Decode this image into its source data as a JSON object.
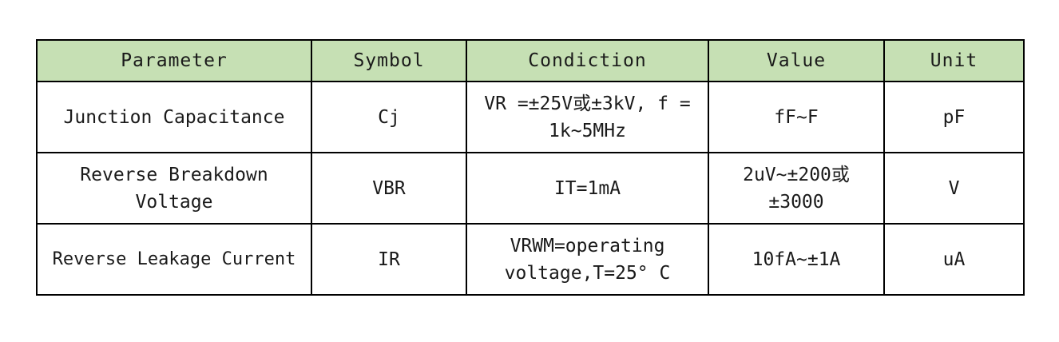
{
  "table": {
    "headers": [
      "Parameter",
      "Symbol",
      "Condiction",
      "Value",
      "Unit"
    ],
    "header_bg": "#c6e0b4",
    "rows": [
      {
        "parameter": "Junction Capacitance",
        "symbol": "Cj",
        "condition": "VR =±25V或±3kV, f = 1k~5MHz",
        "value": "fF~F",
        "unit": "pF"
      },
      {
        "parameter": "Reverse Breakdown Voltage",
        "symbol": "VBR",
        "condition": "IT=1mA",
        "value": "2uV~±200或±3000",
        "unit": "V"
      },
      {
        "parameter": "Reverse Leakage Current",
        "symbol": "IR",
        "condition": "VRWM=operating voltage,T=25° C",
        "value": "10fA~±1A",
        "unit": "uA"
      }
    ]
  }
}
